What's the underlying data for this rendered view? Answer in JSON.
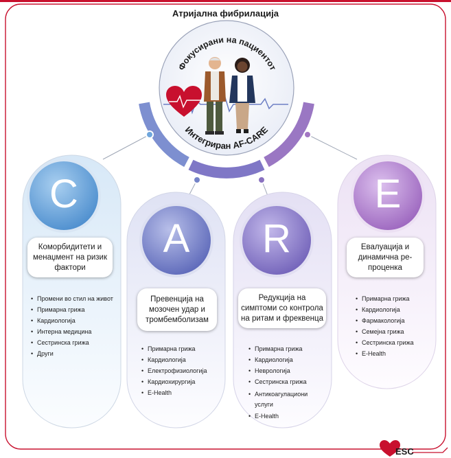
{
  "title": "Атријална фибрилација",
  "center": {
    "top_label": "Фокусирани на пациентот",
    "bottom_label": "Интегриран AF-CARE"
  },
  "pillars": [
    {
      "letter": "C",
      "heading": "Коморбидитети и менаџмент на ризик фактори",
      "items": [
        "Промени во стил на живот",
        "Примарна грижа",
        "Кардиологија",
        "Интерна медицина",
        "Сестринска грижа",
        "Други"
      ],
      "color": "#5a9ad6"
    },
    {
      "letter": "A",
      "heading": "Превенција на мозочен удар и тромбемболизам",
      "items": [
        "Примарна грижа",
        "Кардиологија",
        "Електрофизиологија",
        "Кардиохирургија",
        "E-Health"
      ],
      "color": "#6a77c4"
    },
    {
      "letter": "R",
      "heading": "Редукција на симптоми со контрола на ритам и фреквенца",
      "items": [
        "Примарна грижа",
        "Кардиологија",
        "Неврологија",
        "Сестринска грижа",
        "Антикоагулациони услуги",
        "E-Health"
      ],
      "color": "#8070c0"
    },
    {
      "letter": "E",
      "heading": "Евалуација и динамична ре-проценка",
      "items": [
        "Примарна грижа",
        "Кардиологија",
        "Фармакологија",
        "Семејна грижа",
        "Сестринска грижа",
        "E-Health"
      ],
      "color": "#a573c2"
    }
  ],
  "logo": {
    "text": "ESC"
  }
}
